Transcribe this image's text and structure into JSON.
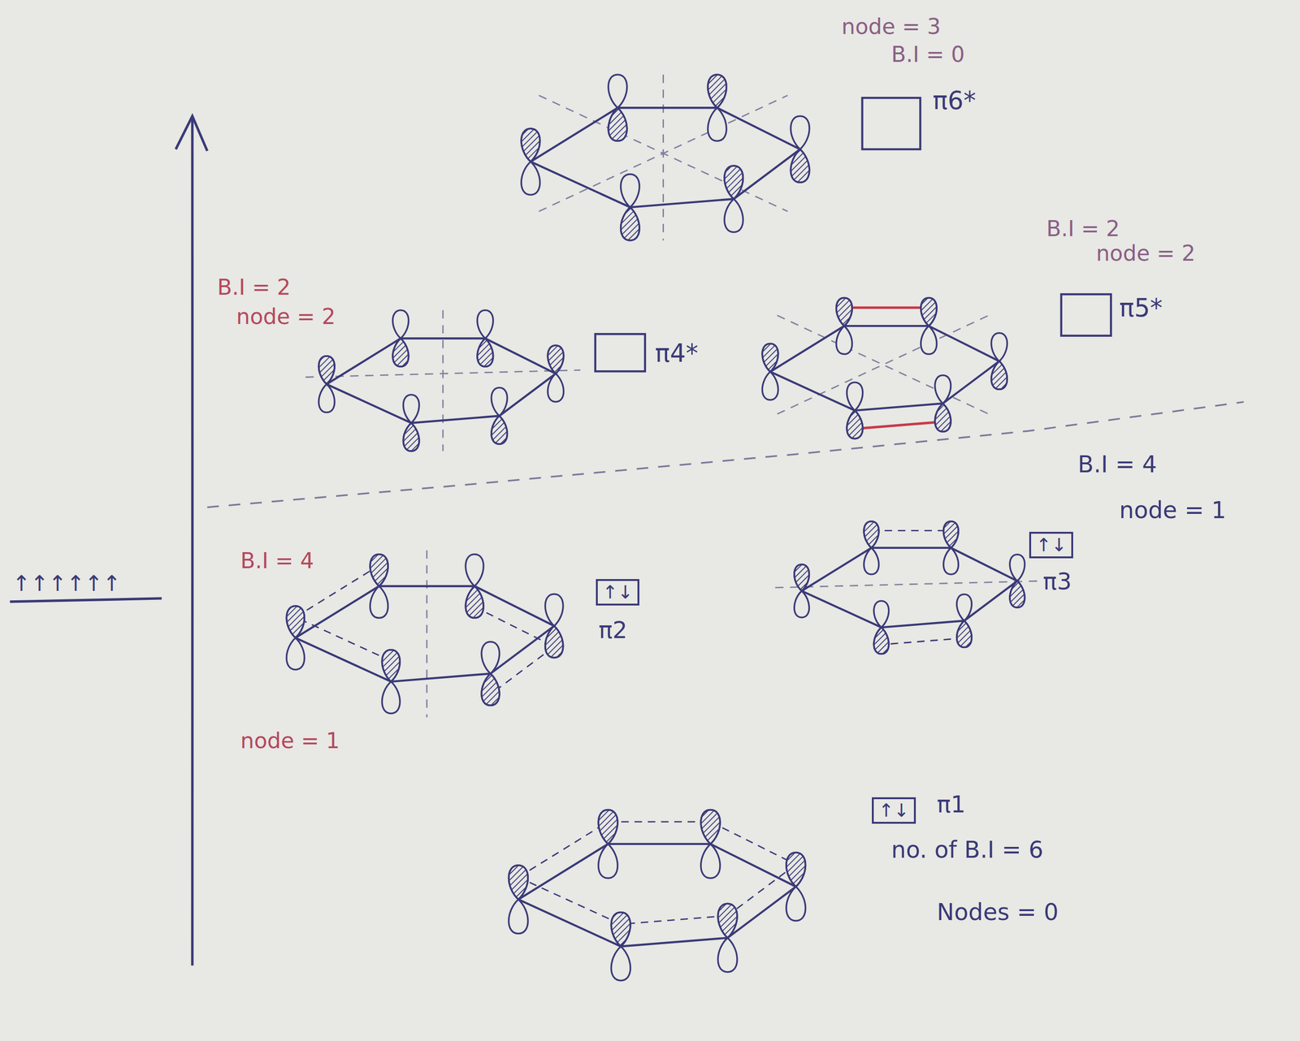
{
  "diagram": {
    "nodes": [
      {
        "text": [
          "↑↓"
        ]
      },
      {
        "text": [
          "↑↓"
        ]
      },
      {
        "text": [
          "↑↓"
        ]
      }
    ],
    "labels": [
      "node = 3",
      "B.I = 0",
      "π6*",
      "B.I = 2",
      "node = 2",
      "B.I = 2",
      "π5*",
      "node = 2",
      "π4*",
      "B.I = 4",
      "node = 1",
      "B.I = 4",
      "π3",
      "↑↑↑↑↑↑",
      "π2",
      "node = 1",
      "π1",
      "no. of B.I = 6",
      "Nodes = 0"
    ]
  }
}
